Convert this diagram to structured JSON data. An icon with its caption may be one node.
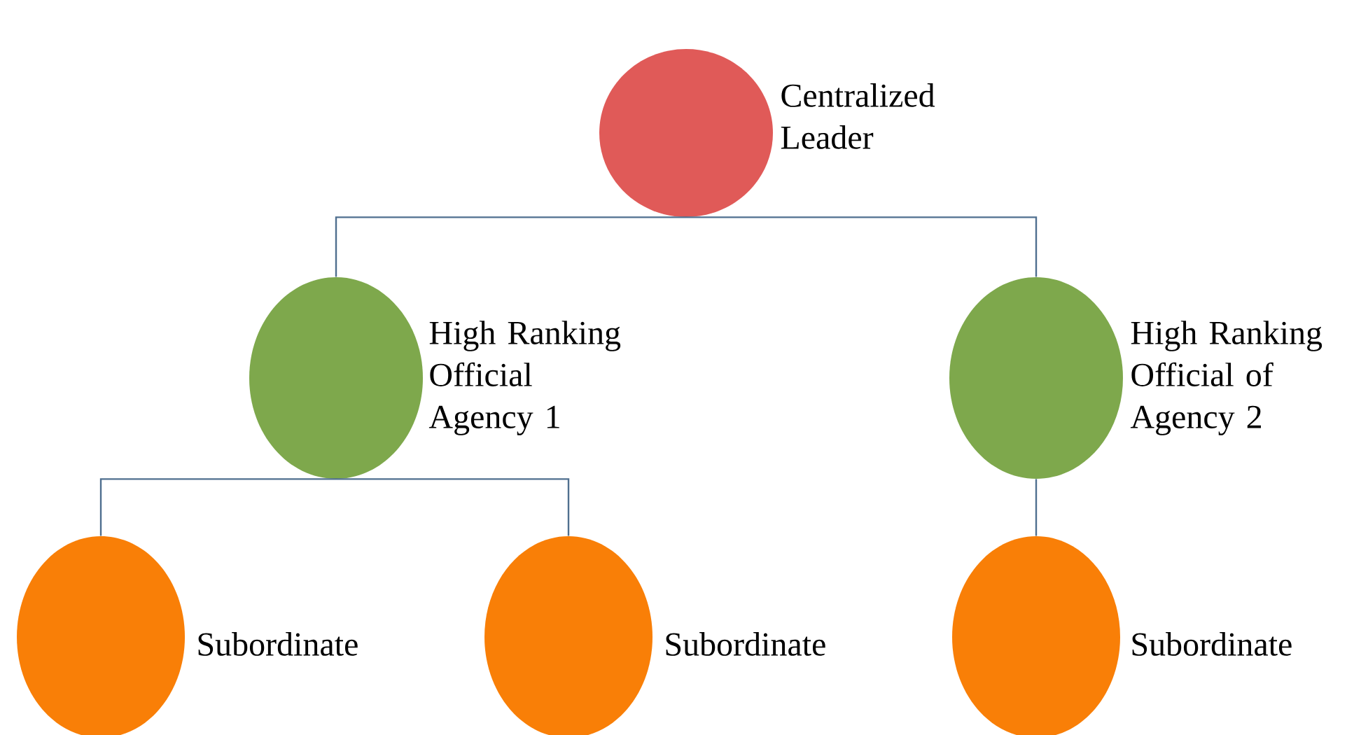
{
  "diagram": {
    "nodes": [
      {
        "text": [
          "Centralized Leader"
        ]
      },
      {
        "text": [
          "High Ranking Official Agency 1"
        ]
      },
      {
        "text": [
          "High Ranking Official of Agency 2"
        ]
      },
      {
        "text": [
          "Subordinate"
        ]
      },
      {
        "text": [
          "Subordinate"
        ]
      },
      {
        "text": [
          "Subordinate"
        ]
      }
    ],
    "edges": [
      {
        "from": 0,
        "to": 1,
        "arrow": "none"
      },
      {
        "from": 0,
        "to": 2,
        "arrow": "none"
      },
      {
        "from": 1,
        "to": 3,
        "arrow": "none"
      },
      {
        "from": 1,
        "to": 4,
        "arrow": "none"
      },
      {
        "from": 2,
        "to": 5,
        "arrow": "none"
      }
    ]
  }
}
